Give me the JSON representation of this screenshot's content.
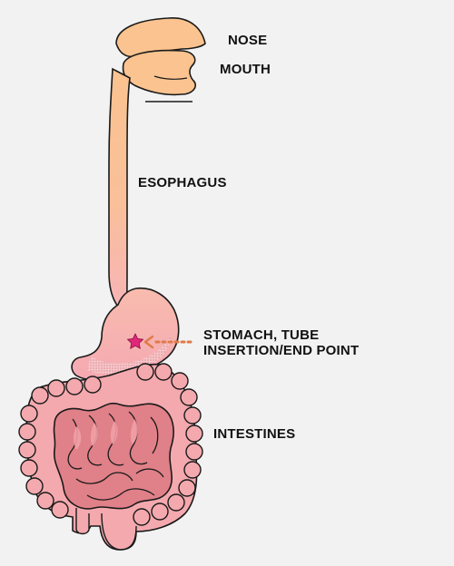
{
  "labels": {
    "nose": "NOSE",
    "mouth": "MOUTH",
    "esophagus": "ESOPHAGUS",
    "stomach_line1": "STOMACH, TUBE",
    "stomach_line2": "INSERTION/END POINT",
    "intestines": "INTESTINES"
  },
  "icons": {
    "insertion_marker": "star-icon",
    "pointer": "dotted-arrow-icon"
  },
  "colors": {
    "background": "#f2f2f2",
    "head_fill": "#fac38f",
    "esophagus_top": "#fac38f",
    "stomach_fill": "#f7b3b8",
    "intestine_fill": "#f4a9ae",
    "intestine_inner": "#e08088",
    "outline": "#1a1a1a",
    "star": "#e0287a",
    "pointer": "#e07a4a"
  }
}
